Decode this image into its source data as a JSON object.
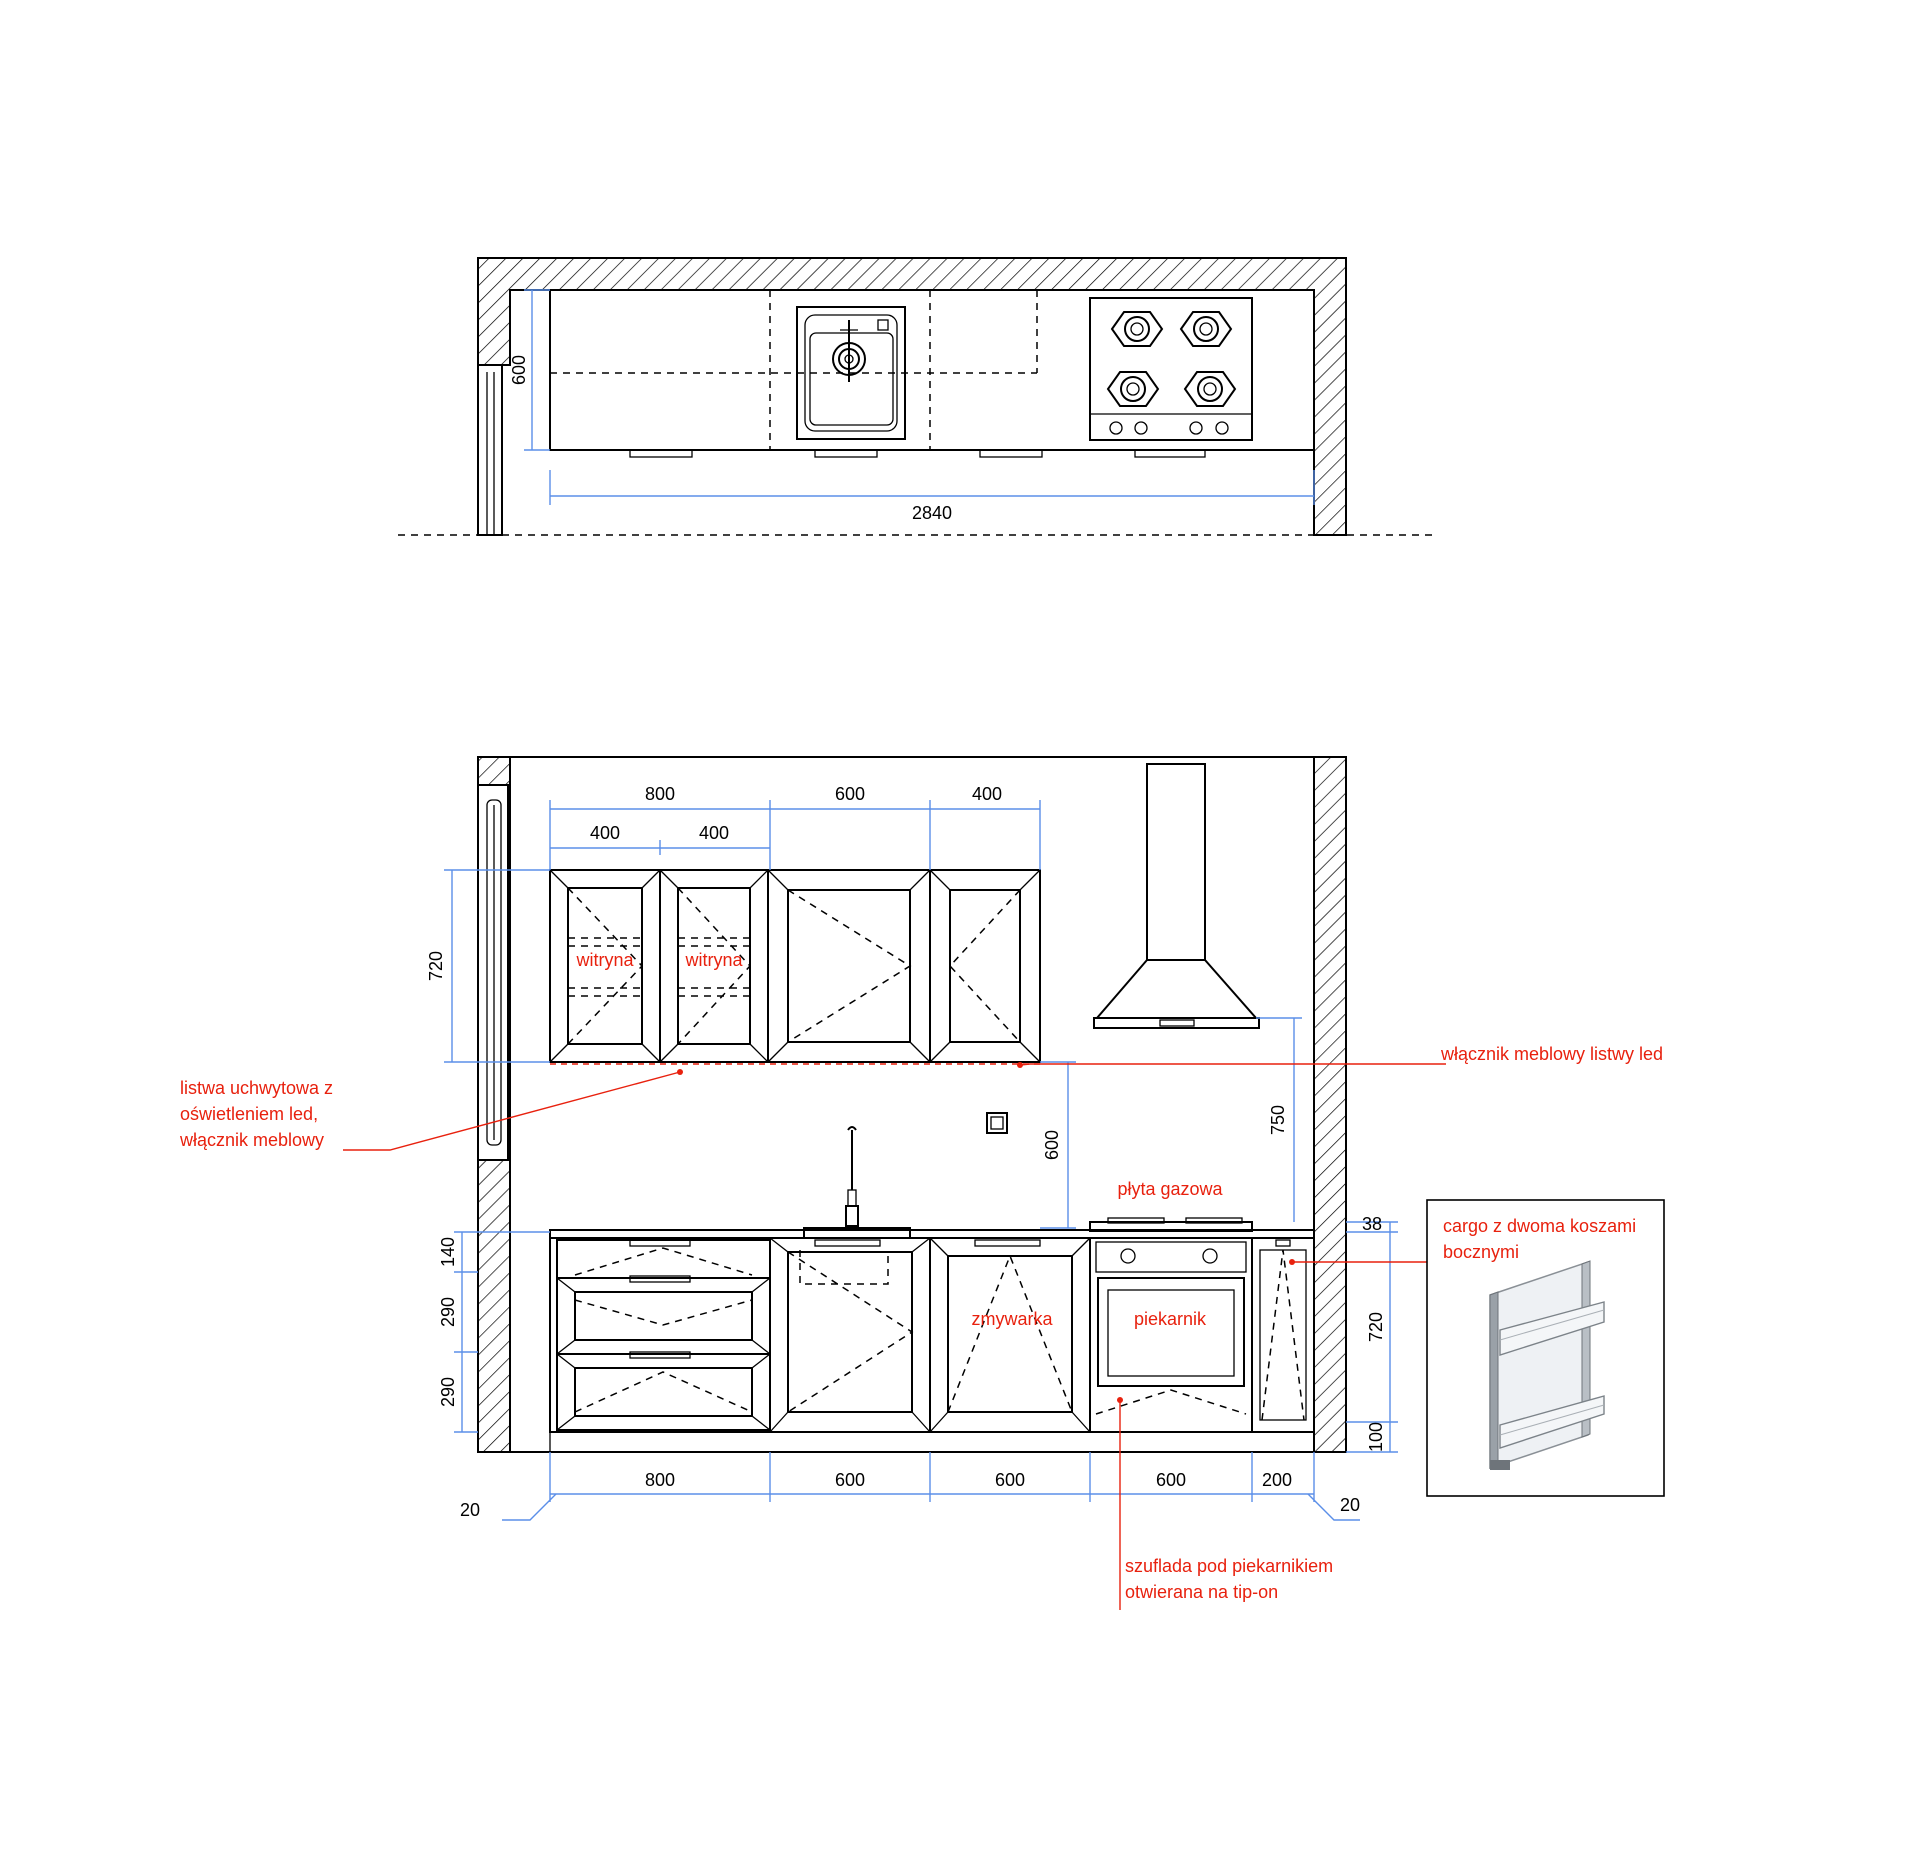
{
  "plan": {
    "dim_depth": "600",
    "dim_width": "2840"
  },
  "elevation": {
    "top_dims": {
      "upper_total_left": "800",
      "upper_mid": "600",
      "upper_right": "400",
      "upper_a": "400",
      "upper_b": "400"
    },
    "left_dims": {
      "upper_height": "720",
      "d140": "140",
      "d290a": "290",
      "d290b": "290"
    },
    "right_dims": {
      "d38": "38",
      "d720": "720",
      "d100": "100",
      "hood_height": "750",
      "splash_height": "600"
    },
    "bottom_dims": {
      "w800": "800",
      "w600a": "600",
      "w600b": "600",
      "w600c": "600",
      "w200": "200",
      "edge_left": "20",
      "edge_right": "20"
    },
    "labels": {
      "witryna1": "witryna",
      "witryna2": "witryna",
      "zmywarka": "zmywarka",
      "piekarnik": "piekarnik",
      "plyta": "płyta gazowa",
      "listwa_1": "listwa uchwytowa z",
      "listwa_2": "oświetleniem led,",
      "listwa_3": "włącznik meblowy",
      "wlacznik": "włącznik meblowy listwy led",
      "cargo_1": "cargo z dwoma koszami",
      "cargo_2": "bocznymi",
      "szuflada_1": "szuflada pod piekarnikiem",
      "szuflada_2": "otwierana na tip-on"
    }
  },
  "colors": {
    "annotation": "#e8210e",
    "dimension": "#5b8fe8",
    "line": "#000000"
  }
}
